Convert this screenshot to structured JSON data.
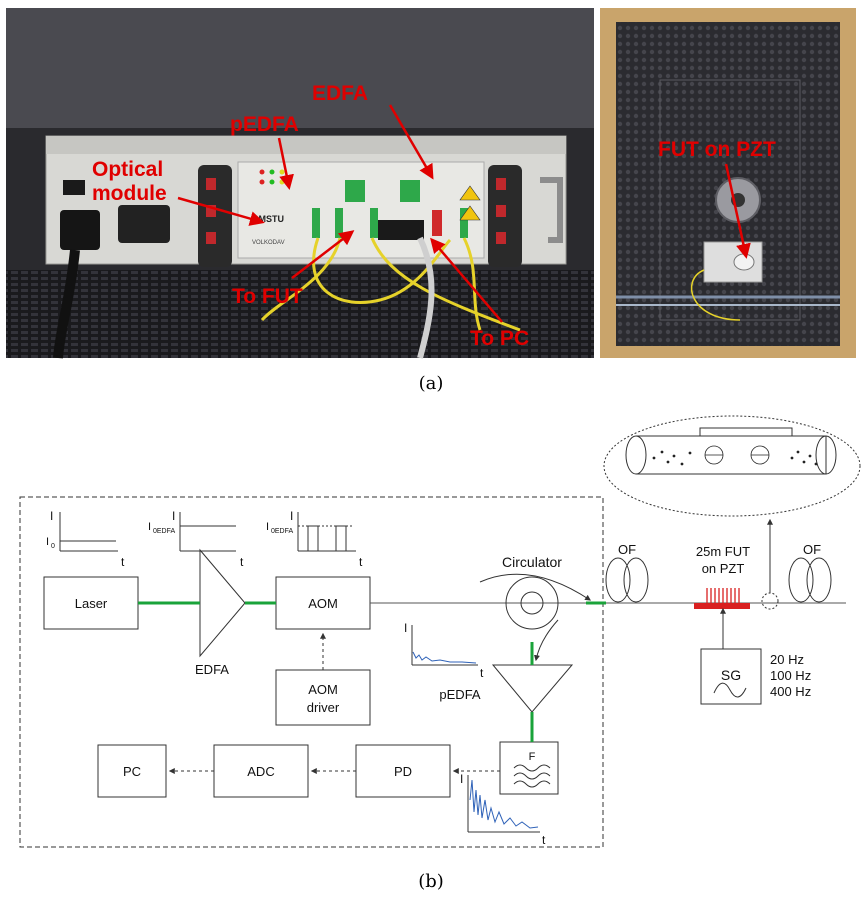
{
  "figure": {
    "panel_a_caption": "(a)",
    "panel_b_caption": "(b)"
  },
  "photo": {
    "labels": {
      "edfa": "EDFA",
      "pedfa": "pEDFA",
      "optical_module_line1": "Optical",
      "optical_module_line2": "module",
      "to_fut": "To FUT",
      "to_pc": "To PC",
      "fut_on_pzt": "FUT on PZT"
    },
    "device_text": {
      "brand": "BMSTU",
      "maker": "VOLKODAV"
    }
  },
  "diagram": {
    "blocks": {
      "laser": "Laser",
      "aom": "AOM",
      "aom_driver_line1": "AOM",
      "aom_driver_line2": "driver",
      "pc": "PC",
      "adc": "ADC",
      "pd": "PD",
      "filter": "F",
      "sg": "SG"
    },
    "amplifiers": {
      "edfa": "EDFA",
      "pedfa": "pEDFA"
    },
    "circulator": "Circulator",
    "fiber_left": "OF",
    "fiber_right": "OF",
    "fut_line1": "25m FUT",
    "fut_line2": "on PZT",
    "sg_frequencies": [
      "20 Hz",
      "100 Hz",
      "400 Hz"
    ],
    "inset_labels": {
      "axis_i": "I",
      "axis_t": "t",
      "i0": "I",
      "i0_sub": "0",
      "i0edfa": "I",
      "i0edfa_sub": "0EDFA"
    },
    "colors": {
      "fiber_green": "#1aa33a",
      "trace_blue": "#2f62b8",
      "coil_red": "#d92020",
      "annotation_red": "#e00000"
    }
  }
}
